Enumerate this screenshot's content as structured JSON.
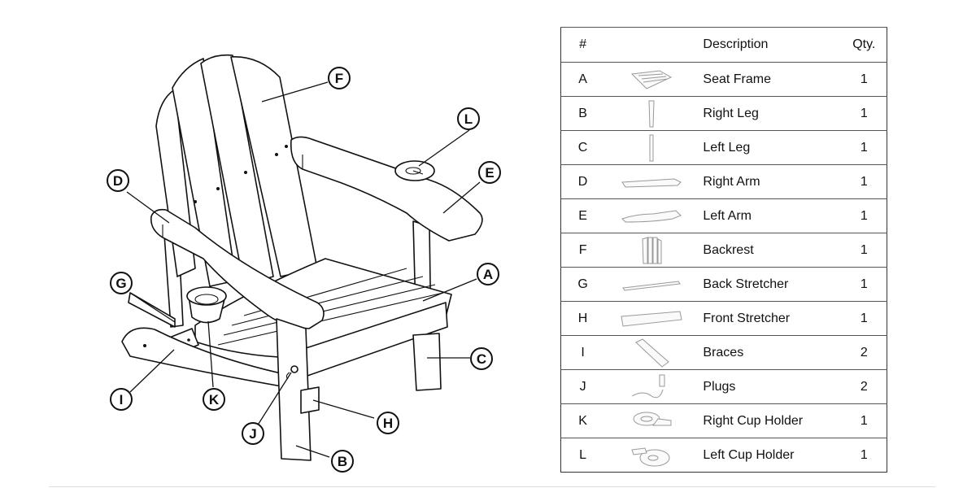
{
  "table": {
    "headers": {
      "id": "#",
      "thumbnail": "",
      "description": "Description",
      "qty": "Qty."
    },
    "rows": [
      {
        "id": "A",
        "description": "Seat Frame",
        "qty": "1",
        "icon": "seat-frame-thumbnail-icon"
      },
      {
        "id": "B",
        "description": "Right Leg",
        "qty": "1",
        "icon": "right-leg-thumbnail-icon"
      },
      {
        "id": "C",
        "description": "Left Leg",
        "qty": "1",
        "icon": "left-leg-thumbnail-icon"
      },
      {
        "id": "D",
        "description": "Right Arm",
        "qty": "1",
        "icon": "right-arm-thumbnail-icon"
      },
      {
        "id": "E",
        "description": "Left Arm",
        "qty": "1",
        "icon": "left-arm-thumbnail-icon"
      },
      {
        "id": "F",
        "description": "Backrest",
        "qty": "1",
        "icon": "backrest-thumbnail-icon"
      },
      {
        "id": "G",
        "description": "Back Stretcher",
        "qty": "1",
        "icon": "back-stretcher-thumbnail-icon"
      },
      {
        "id": "H",
        "description": "Front Stretcher",
        "qty": "1",
        "icon": "front-stretcher-thumbnail-icon"
      },
      {
        "id": "I",
        "description": "Braces",
        "qty": "2",
        "icon": "braces-thumbnail-icon"
      },
      {
        "id": "J",
        "description": "Plugs",
        "qty": "2",
        "icon": "plugs-thumbnail-icon"
      },
      {
        "id": "K",
        "description": "Right Cup Holder",
        "qty": "1",
        "icon": "right-cup-holder-thumbnail-icon"
      },
      {
        "id": "L",
        "description": "Left Cup Holder",
        "qty": "1",
        "icon": "left-cup-holder-thumbnail-icon"
      }
    ]
  },
  "callouts": {
    "A": "A",
    "B": "B",
    "C": "C",
    "D": "D",
    "E": "E",
    "F": "F",
    "G": "G",
    "H": "H",
    "I": "I",
    "J": "J",
    "K": "K",
    "L": "L"
  },
  "colors": {
    "line": "#111111",
    "table_border": "#333333",
    "background": "#ffffff"
  }
}
